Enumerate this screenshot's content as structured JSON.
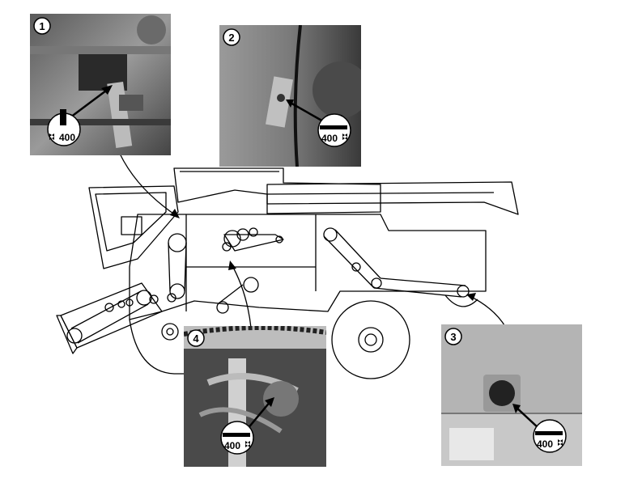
{
  "callouts": [
    {
      "number": "1",
      "hours": "400"
    },
    {
      "number": "2",
      "hours": "400"
    },
    {
      "number": "3",
      "hours": "400"
    },
    {
      "number": "4",
      "hours": "400"
    }
  ],
  "colors": {
    "line": "#000000",
    "photo_dark": "#3a3a3a",
    "photo_mid": "#8a8a8a",
    "photo_light": "#c8c8c8"
  },
  "icons": [
    "grease-gun-icon",
    "hourglass-icon",
    "leader-arrow-icon"
  ]
}
